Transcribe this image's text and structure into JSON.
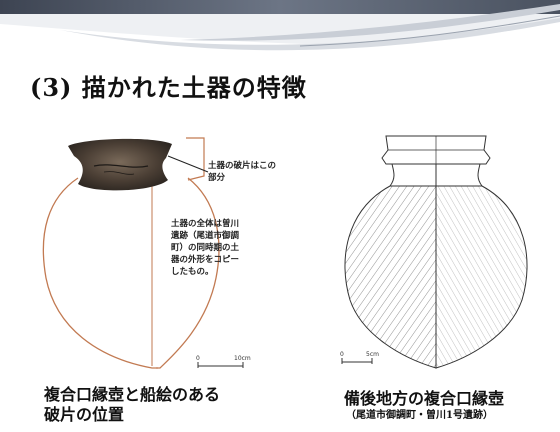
{
  "slide": {
    "title": "(3) 描かれた土器の特徴",
    "accent_color": "#5a6474"
  },
  "left_figure": {
    "shard_note": "土器の破片はこの部分",
    "body_note": "土器の全体は曽川遺跡（尾道市御調町）の同時期の土器の外形をコピーしたもの。",
    "scale_labels": [
      "0",
      "10cm"
    ],
    "caption_line1": "複合口縁壺と船絵のある",
    "caption_line2": "破片の位置"
  },
  "right_figure": {
    "scale_labels": [
      "0",
      "5cm"
    ],
    "caption_line1": "備後地方の複合口縁壺",
    "caption_line2": "（尾道市御調町・曽川1号遺跡）"
  }
}
